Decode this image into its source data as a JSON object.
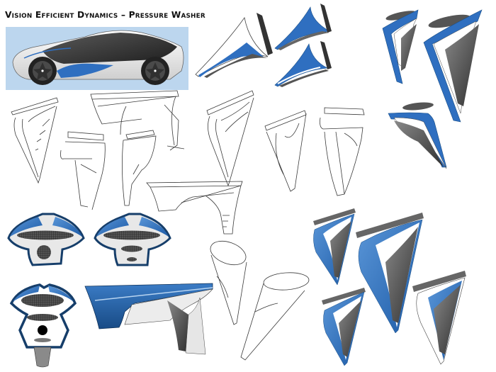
{
  "sheet": {
    "title": "Vision Efficient Dynamics – Pressure Washer",
    "subject": "Design concept sketch sheet",
    "colors": {
      "accent_blue": "#2f6fc0",
      "dark_blue": "#1a4f86",
      "panel_bg": "#bcd6ee",
      "dark_grey": "#3c3c3c",
      "mid_grey": "#7a7a7a",
      "light_grey": "#e6e6e6",
      "line": "#333333"
    }
  },
  "sketches": {
    "reference_car": "concept car reference rendering",
    "rendered_nozzles_top": "rendered nozzle concepts (top)",
    "rendered_handles_right": "rendered handle concepts (right)",
    "line_sketches": "line sketches of handle forms",
    "front_views": "front view grille concepts",
    "rendered_fender": "rendered fender concept",
    "cone_sketches": "cone nozzle sketches",
    "rendered_handles_bottom_right": "rendered handle concepts (bottom right)"
  }
}
